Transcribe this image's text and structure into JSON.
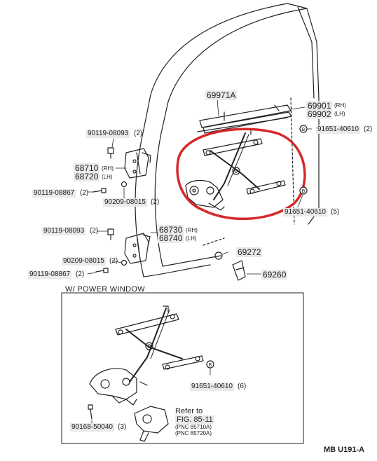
{
  "labels": {
    "p69971a": "69971A",
    "p69901": "69901",
    "p69902": "69902",
    "rh": "(RH)",
    "lh": "(LH)",
    "p91651_top": "91651-40610",
    "qty2": "(2)",
    "p90119_08093_a": "90119-08093",
    "p68710": "68710",
    "p68720": "68720",
    "p90119_08867_a": "90119-08867",
    "p90209_a": "90209-08015",
    "p91651_mid": "91651-40610",
    "qty5": "(5)",
    "p90119_08093_b": "90119-08093",
    "p68730": "68730",
    "p68740": "68740",
    "p69272": "69272",
    "p90209_b": "90209-08015",
    "p90119_08867_b": "90119-08867",
    "p69260": "69260",
    "p91651_inset": "91651-40610",
    "qty6": "(6)",
    "p90168": "90168-50040",
    "qty3": "(3)",
    "bolt_mark": "B"
  },
  "inset": {
    "title": "W/ POWER WINDOW",
    "refer_to": "Refer to",
    "fig": "FIG. 85-11",
    "pnc_a": "(PNC 85710A)",
    "pnc_b": "(PNC 85720A)"
  },
  "diagram_code": "MB  U191-A",
  "colors": {
    "line": "#222222",
    "highlight": "#d42a2a",
    "label_bg": "#e9e9e9"
  }
}
